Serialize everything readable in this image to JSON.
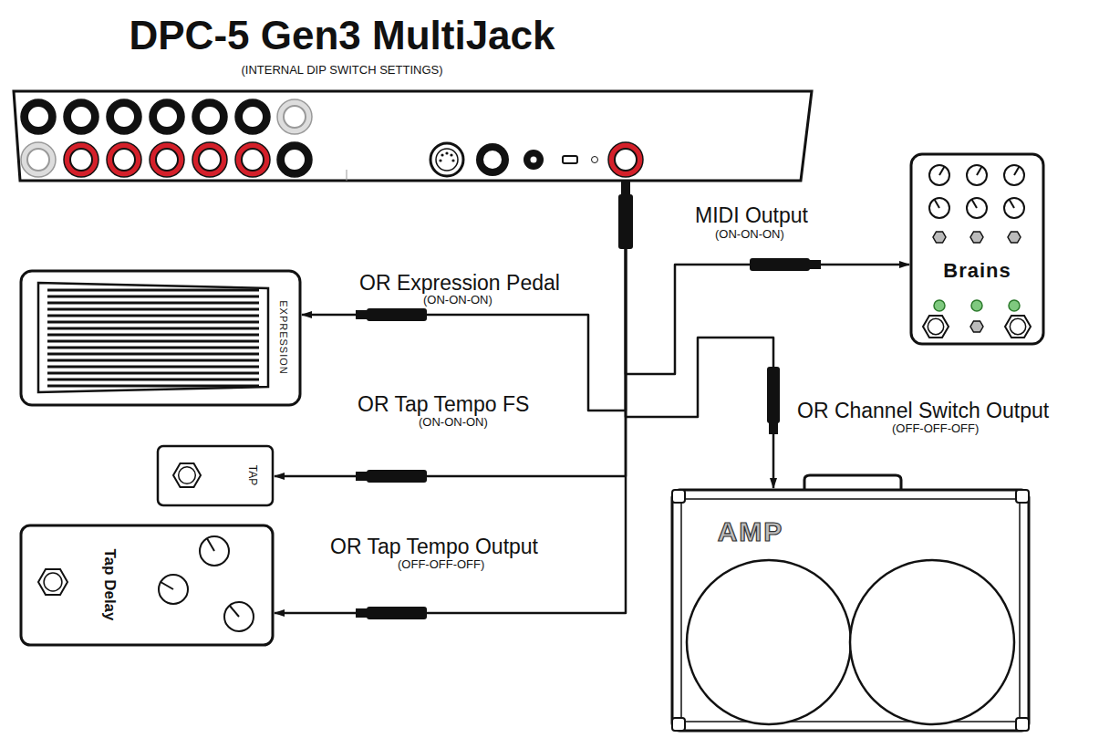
{
  "diagram": {
    "nodes": [
      {
        "text": [
          "DPC-5 Gen3 MultiJack",
          "(INTERNAL DIP SWITCH SETTINGS)"
        ]
      },
      {
        "text": [
          "Brains"
        ]
      },
      {
        "text": [
          "EXPRESSION"
        ]
      },
      {
        "text": [
          "TAP"
        ]
      },
      {
        "text": [
          "AMP"
        ]
      },
      {
        "text": [
          "Tap Delay"
        ]
      }
    ],
    "edges": [
      {
        "from": 0,
        "to": 1,
        "arrow": "both",
        "label": "MIDI Output"
      },
      {
        "from": 0,
        "to": 2,
        "arrow": "both",
        "label": "OR Expression Pedal"
      },
      {
        "from": 0,
        "to": 3,
        "arrow": "both",
        "label": "OR Tap Tempo FS"
      },
      {
        "from": 0,
        "to": 4,
        "arrow": "both",
        "label": "OR Channel Switch Output"
      },
      {
        "from": 0,
        "to": 5,
        "arrow": "both",
        "label": "OR Tap Tempo Output"
      }
    ],
    "labels": [
      "(ON-ON-ON)",
      "(ON-ON-ON)",
      "(ON-ON-ON)",
      "(OFF-OFF-OFF)",
      "(OFF-OFF-OFF)"
    ]
  }
}
